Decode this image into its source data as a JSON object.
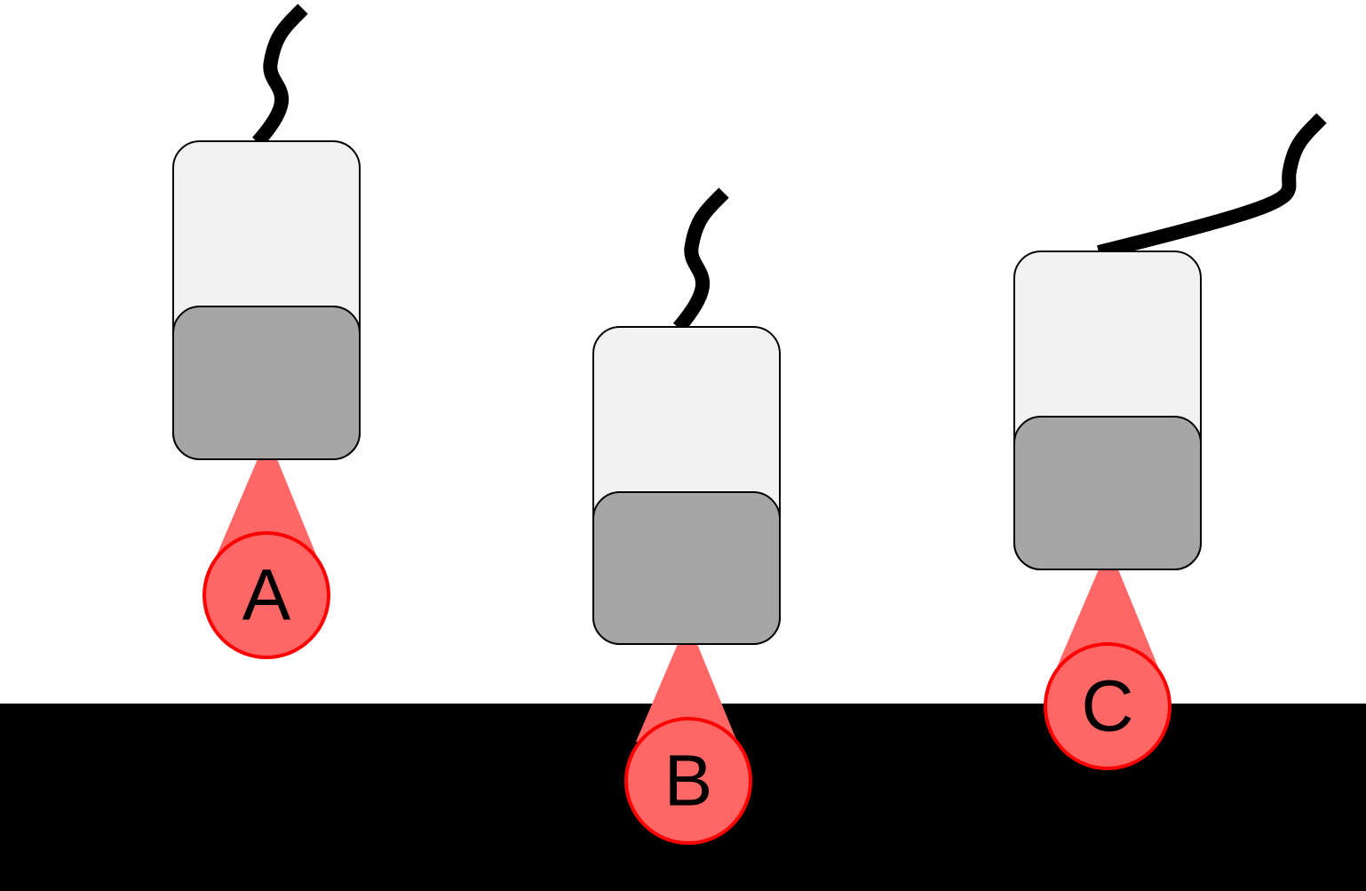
{
  "colors": {
    "background": "#ffffff",
    "surface": "#000000",
    "sensor_body": "#f2f2f2",
    "sensor_head": "#a6a6a6",
    "outline": "#000000",
    "cable": "#000000",
    "beam": "#ff6666",
    "spot_fill": "#ff6666",
    "spot_stroke": "#ff0000",
    "label_text": "#000000"
  },
  "sensors": [
    {
      "id": "a",
      "label": "A",
      "beam_spot_on_surface": false
    },
    {
      "id": "b",
      "label": "B",
      "beam_spot_on_surface": true
    },
    {
      "id": "c",
      "label": "C",
      "beam_spot_on_surface": false
    }
  ]
}
